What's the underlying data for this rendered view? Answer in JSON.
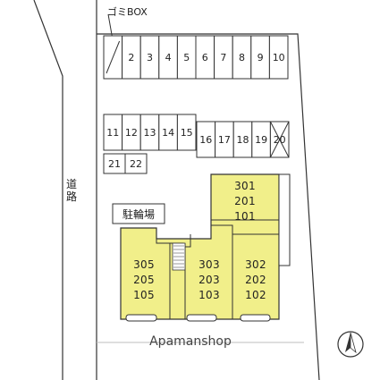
{
  "map": {
    "garbage_box_label": "ゴミBOX",
    "road_label": "道路",
    "bicycle_parking_label": "駐輪場",
    "watermark": "Apamanshop",
    "parking_rows": [
      {
        "name": "parking-row-1",
        "slots": [
          "",
          "2",
          "3",
          "4",
          "5",
          "6",
          "7",
          "8",
          "9",
          "10"
        ]
      },
      {
        "name": "parking-row-2",
        "slots": [
          "11",
          "12",
          "13",
          "14",
          "15"
        ]
      },
      {
        "name": "parking-row-3",
        "slots": [
          "16",
          "17",
          "18",
          "19",
          "20"
        ],
        "crossed_slot": "20"
      },
      {
        "name": "parking-row-4",
        "slots": [
          "21",
          "22"
        ]
      }
    ],
    "building_units": {
      "east_wing": [
        "301",
        "201",
        "101"
      ],
      "west_block": [
        "305",
        "205",
        "105"
      ],
      "center_block": [
        "303",
        "203",
        "103"
      ],
      "east_block": [
        "302",
        "202",
        "102"
      ]
    },
    "colors": {
      "building_fill": "#f1ef8a",
      "outline": "#333333",
      "watermark": "#444444"
    }
  }
}
